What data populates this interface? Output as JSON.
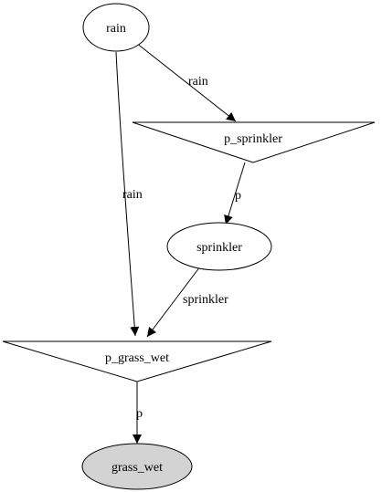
{
  "nodes": {
    "rain": {
      "label": "rain"
    },
    "p_sprinkler": {
      "label": "p_sprinkler"
    },
    "sprinkler": {
      "label": "sprinkler"
    },
    "p_grass_wet": {
      "label": "p_grass_wet"
    },
    "grass_wet": {
      "label": "grass_wet"
    }
  },
  "edges": {
    "rain_to_p_sprinkler": {
      "label": "rain"
    },
    "rain_to_p_grass_wet": {
      "label": "rain"
    },
    "p_sprinkler_to_sprinkler": {
      "label": "p"
    },
    "sprinkler_to_p_grass_wet": {
      "label": "sprinkler"
    },
    "p_grass_wet_to_grass_wet": {
      "label": "p"
    }
  },
  "colors": {
    "stroke": "#000000",
    "observed_node_fill": "#d3d3d3",
    "background": "#ffffff"
  }
}
